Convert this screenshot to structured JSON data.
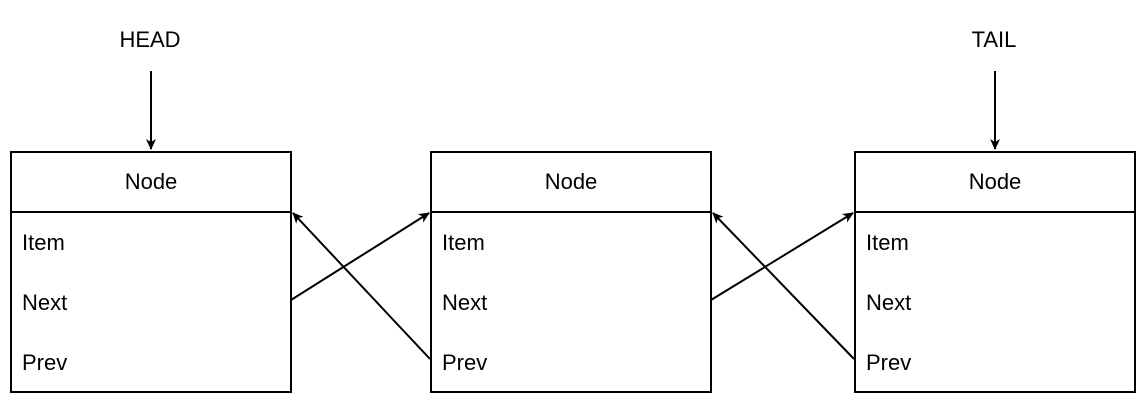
{
  "pointers": {
    "head": "HEAD",
    "tail": "TAIL"
  },
  "nodes": [
    {
      "title": "Node",
      "fields": [
        "Item",
        "Next",
        "Prev"
      ]
    },
    {
      "title": "Node",
      "fields": [
        "Item",
        "Next",
        "Prev"
      ]
    },
    {
      "title": "Node",
      "fields": [
        "Item",
        "Next",
        "Prev"
      ]
    }
  ],
  "colors": {
    "stroke": "#000000",
    "background": "#ffffff"
  }
}
